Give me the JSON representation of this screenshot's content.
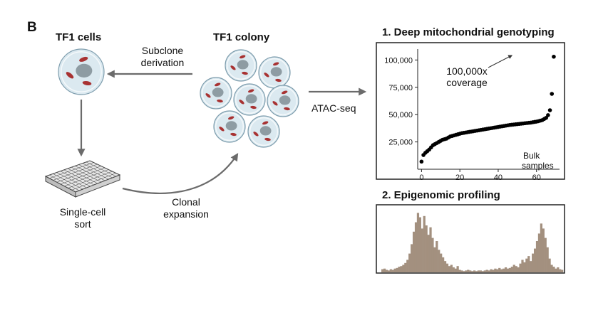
{
  "panel": {
    "letter": "B"
  },
  "labels": {
    "tf1_cells": "TF1 cells",
    "tf1_colony": "TF1 colony",
    "subclone_line1": "Subclone",
    "subclone_line2": "derivation",
    "sort_line1": "Single-cell",
    "sort_line2": "sort",
    "clonal_line1": "Clonal",
    "clonal_line2": "expansion",
    "atac": "ATAC-seq"
  },
  "panel1": {
    "title": "1. Deep mitochondrial genotyping",
    "annotation_line1": "100,000x",
    "annotation_line2": "coverage"
  },
  "panel2": {
    "title": "2. Epigenomic profiling"
  },
  "colors": {
    "cell_fill": "#dbe9f0",
    "cell_stroke": "#7f9eae",
    "nucleus": "#8e9ca3",
    "mito": "#a83232",
    "arrow": "#6b6b6b",
    "profile": "#a3907f"
  },
  "chart_data": [
    {
      "type": "scatter",
      "title": "1. Deep mitochondrial genotyping",
      "xlabel": "Bulk samples",
      "ylabel": "",
      "xlim": [
        -2,
        72
      ],
      "ylim": [
        0,
        110000
      ],
      "xticks": [
        0,
        20,
        40,
        60
      ],
      "yticks": [
        25000,
        50000,
        75000,
        100000
      ],
      "ytick_labels": [
        "25,000",
        "50,000",
        "75,000",
        "100,000"
      ],
      "annotation": "100,000x coverage",
      "x": [
        0,
        1,
        2,
        3,
        4,
        5,
        6,
        7,
        8,
        9,
        10,
        11,
        12,
        13,
        14,
        15,
        16,
        17,
        18,
        19,
        20,
        21,
        22,
        23,
        24,
        25,
        26,
        27,
        28,
        29,
        30,
        31,
        32,
        33,
        34,
        35,
        36,
        37,
        38,
        39,
        40,
        41,
        42,
        43,
        44,
        45,
        46,
        47,
        48,
        49,
        50,
        51,
        52,
        53,
        54,
        55,
        56,
        57,
        58,
        59,
        60,
        61,
        62,
        63,
        64,
        65,
        66,
        67,
        68,
        69
      ],
      "y": [
        7000,
        13000,
        15000,
        16500,
        18000,
        20000,
        22000,
        23000,
        24000,
        25000,
        26000,
        27000,
        27500,
        28000,
        29000,
        30000,
        30500,
        31000,
        31500,
        32000,
        32500,
        33000,
        33300,
        33600,
        33900,
        34200,
        34500,
        34800,
        35100,
        35400,
        35700,
        36000,
        36300,
        36600,
        36900,
        37200,
        37500,
        37800,
        38100,
        38400,
        38700,
        39000,
        39300,
        39600,
        39900,
        40200,
        40500,
        40700,
        40900,
        41100,
        41300,
        41500,
        41700,
        41900,
        42100,
        42300,
        42500,
        42700,
        43000,
        43300,
        43600,
        44000,
        44500,
        45000,
        46000,
        47000,
        49500,
        54000,
        69000,
        103000
      ]
    },
    {
      "type": "bar",
      "title": "2. Epigenomic profiling",
      "xlabel": "",
      "ylabel": "",
      "ylim": [
        0,
        100
      ],
      "values": [
        5,
        6,
        4,
        3,
        5,
        4,
        6,
        7,
        9,
        10,
        12,
        15,
        20,
        30,
        45,
        65,
        80,
        95,
        88,
        70,
        90,
        75,
        60,
        72,
        55,
        40,
        50,
        36,
        30,
        24,
        18,
        14,
        10,
        12,
        8,
        6,
        10,
        4,
        3,
        2,
        3,
        4,
        3,
        2,
        3,
        2,
        3,
        3,
        2,
        3,
        4,
        3,
        5,
        4,
        6,
        5,
        7,
        5,
        6,
        8,
        6,
        7,
        9,
        12,
        10,
        8,
        14,
        20,
        16,
        22,
        26,
        18,
        30,
        38,
        50,
        62,
        78,
        70,
        55,
        40,
        22,
        12,
        9,
        6,
        8,
        5,
        4
      ]
    }
  ]
}
